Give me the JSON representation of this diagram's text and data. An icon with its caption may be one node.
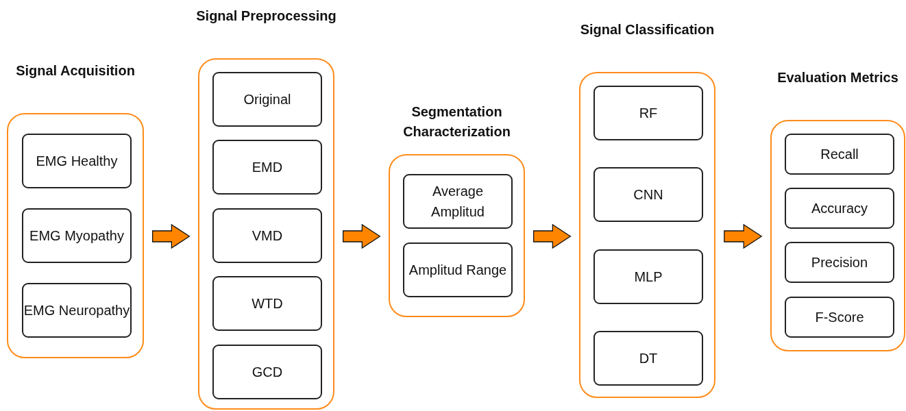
{
  "diagram": {
    "nodes": [
      {
        "text": [
          "Signal Acquisition"
        ]
      },
      {
        "text": [
          "EMG Healthy"
        ],
        "in": 0
      },
      {
        "text": [
          "EMG Myopathy"
        ],
        "in": 0
      },
      {
        "text": [
          "EMG Neuropathy"
        ],
        "in": 0
      },
      {
        "text": [
          "Signal Preprocessing"
        ]
      },
      {
        "text": [
          "Original"
        ],
        "in": 4
      },
      {
        "text": [
          "EMD"
        ],
        "in": 4
      },
      {
        "text": [
          "VMD"
        ],
        "in": 4
      },
      {
        "text": [
          "WTD"
        ],
        "in": 4
      },
      {
        "text": [
          "GCD"
        ],
        "in": 4
      },
      {
        "text": [
          "Segmentation Characterization"
        ]
      },
      {
        "text": [
          "Average Amplitud"
        ],
        "in": 10
      },
      {
        "text": [
          "Amplitud Range"
        ],
        "in": 10
      },
      {
        "text": [
          "Signal Classification"
        ]
      },
      {
        "text": [
          "RF"
        ],
        "in": 13
      },
      {
        "text": [
          "CNN"
        ],
        "in": 13
      },
      {
        "text": [
          "MLP"
        ],
        "in": 13
      },
      {
        "text": [
          "DT"
        ],
        "in": 13
      },
      {
        "text": [
          "Evaluation Metrics"
        ]
      },
      {
        "text": [
          "Recall"
        ],
        "in": 18
      },
      {
        "text": [
          "Accuracy"
        ],
        "in": 18
      },
      {
        "text": [
          "Precision"
        ],
        "in": 18
      },
      {
        "text": [
          "F-Score"
        ],
        "in": 18
      }
    ],
    "edges": [
      {
        "from": 0,
        "to": 4,
        "arrow": "to",
        "style": "thick"
      },
      {
        "from": 4,
        "to": 10,
        "arrow": "to",
        "style": "thick"
      },
      {
        "from": 10,
        "to": 13,
        "arrow": "to",
        "style": "thick"
      },
      {
        "from": 13,
        "to": 18,
        "arrow": "to",
        "style": "thick"
      }
    ]
  }
}
